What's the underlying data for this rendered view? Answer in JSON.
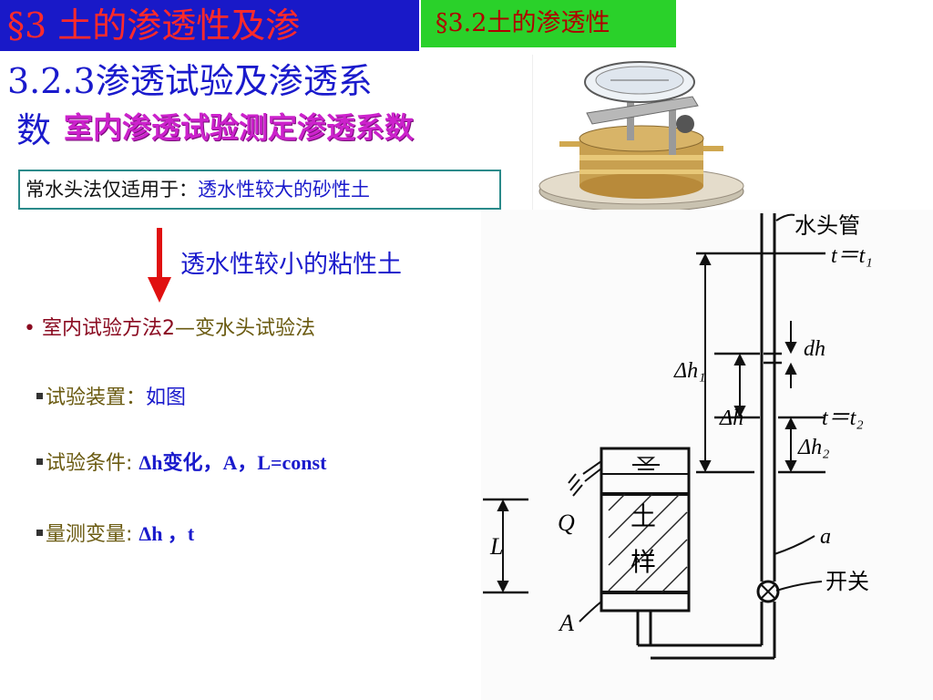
{
  "header": {
    "chapter_title": "§3 土的渗透性及渗",
    "section_title": "§3.2土的渗透性"
  },
  "subsection": {
    "title_line1": "3.2.3渗透试验及渗透系",
    "title_line2": "数",
    "lab_heading": "室内渗透试验测定渗透系数"
  },
  "constant_head": {
    "label": "常水头法仅适用于：",
    "value": "透水性较大的砂性土"
  },
  "clay_text": "透水性较小的粘性土",
  "method": {
    "prefix": "室内试验方法2",
    "dash": "—",
    "name": "变水头试验法"
  },
  "items": [
    {
      "label": "试验装置：",
      "value": "如图"
    },
    {
      "label": "试验条件: ",
      "value_bold": "Δh",
      "value_rest": "变化，A，L=const"
    },
    {
      "label": "量测变量: ",
      "value_bold": "Δh ，t"
    }
  ],
  "diagram": {
    "standpipe": "水头管",
    "switch": "开关",
    "soil_1": "土",
    "soil_2": "样",
    "t1": "t＝t₁",
    "t2": "t＝t₂",
    "dh": "dh",
    "delta_h1": "Δh₁",
    "delta_h": "Δh",
    "delta_h2": "Δh₂",
    "Q": "Q",
    "A": "A",
    "L": "L",
    "a": "a"
  },
  "colors": {
    "chapter_bar": "#1919c8",
    "section_bar": "#2ad12a",
    "accent_red": "#ff2a2a",
    "accent_blue": "#1a1acc",
    "heading_magenta": "#cc22cc"
  }
}
